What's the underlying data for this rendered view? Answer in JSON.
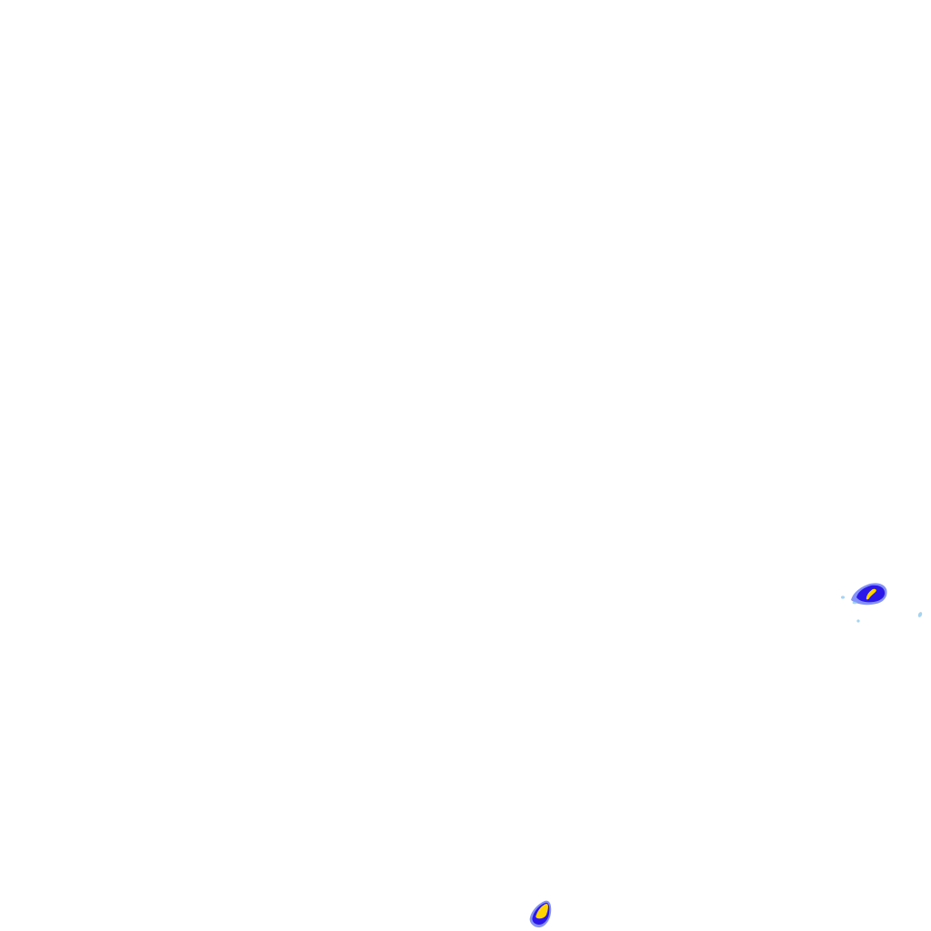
{
  "map": {
    "background_color": "#ffffff",
    "legend_visible": false,
    "labels_visible": false,
    "palette": {
      "low": "#8ec9f0",
      "mid": "#5b6cf5",
      "high": "#2a17e8",
      "peak": "#ffd400"
    },
    "cells": [
      {
        "name": "east-cell",
        "peak": true
      },
      {
        "name": "south-cell",
        "peak": true
      },
      {
        "name": "speckle-1",
        "peak": false
      },
      {
        "name": "speckle-2",
        "peak": false
      },
      {
        "name": "speckle-3",
        "peak": false
      },
      {
        "name": "speckle-4",
        "peak": false
      }
    ]
  }
}
